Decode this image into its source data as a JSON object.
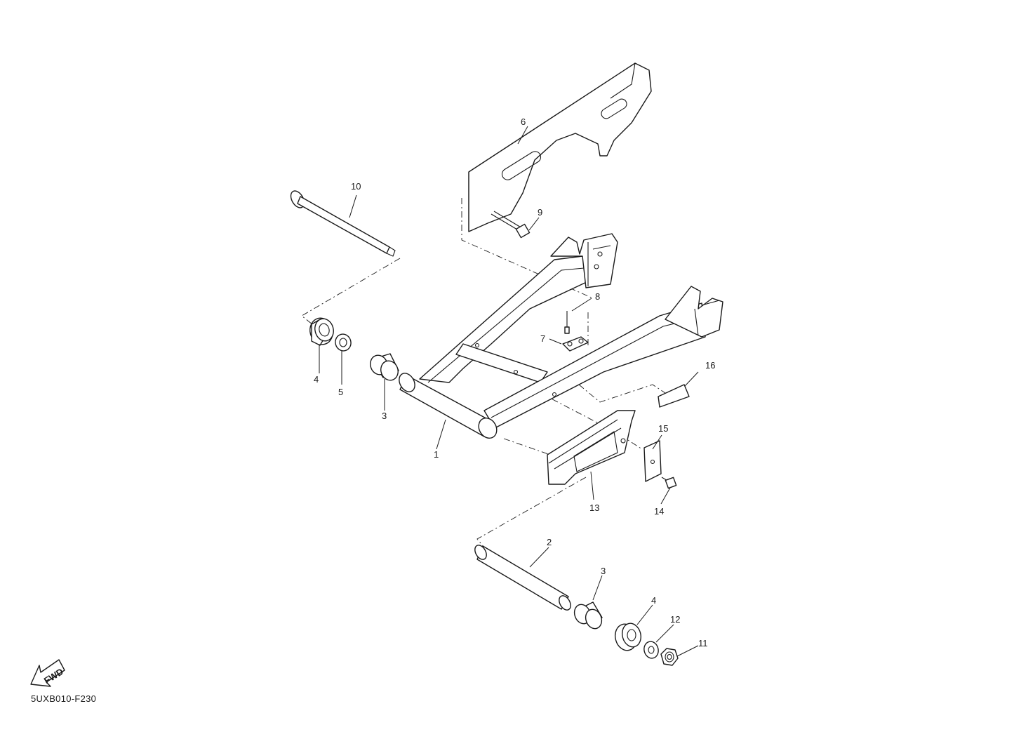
{
  "diagram_code": "5UXB010-F230",
  "fwd_label": "FWD",
  "callouts": {
    "c1": "1",
    "c2": "2",
    "c3a": "3",
    "c3b": "3",
    "c4a": "4",
    "c4b": "4",
    "c5": "5",
    "c6": "6",
    "c7": "7",
    "c8": "8",
    "c9": "9",
    "c10": "10",
    "c11": "11",
    "c12": "12",
    "c13": "13",
    "c14": "14",
    "c15": "15",
    "c16": "16"
  },
  "colors": {
    "line": "#1a1a1a",
    "background": "#ffffff"
  }
}
